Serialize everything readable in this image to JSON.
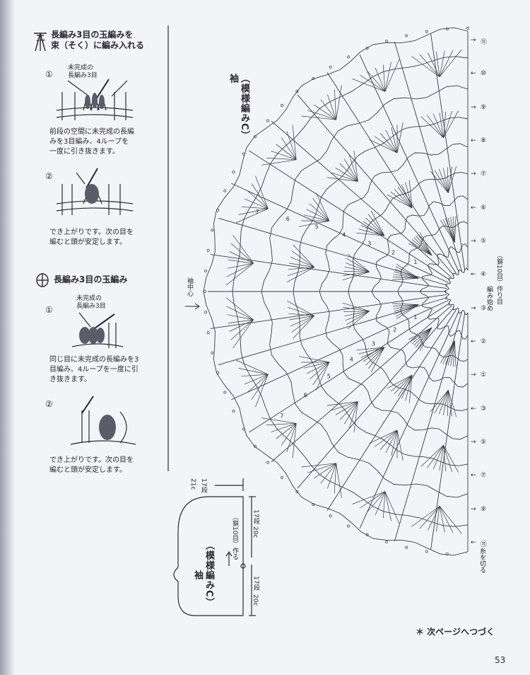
{
  "left_column": {
    "section1": {
      "title_line1": "長編み3目の玉編みを",
      "title_line2": "束（そく）に編み入れる",
      "step1": {
        "num": "①",
        "callout_line1": "未完成の",
        "callout_line2": "長編み3目",
        "text_lines": [
          "前段の空間に未完成の長編",
          "みを3目編み、4ループを",
          "一度に引き抜きます。"
        ]
      },
      "step2": {
        "num": "②",
        "text_lines": [
          "でき上がりです。次の目を",
          "編むと頭が安定します。"
        ]
      }
    },
    "section2": {
      "title": "長編み3目の玉編み",
      "step1": {
        "num": "①",
        "callout_line1": "未完成の",
        "callout_line2": "長編み3目",
        "text_lines": [
          "同じ目に未完成の長編みを3",
          "目編み、4ループを一度に引",
          "き抜きます。"
        ]
      },
      "step2": {
        "num": "②",
        "text_lines": [
          "でき上がりです。次の目を",
          "編むと頭が安定します。"
        ]
      }
    }
  },
  "chart": {
    "title": "袖",
    "subtitle": "（模様編みC）",
    "sleeve_center_label": "袖中心",
    "start_label_line1": "編み始め",
    "start_label_line2": "（鎖10目）作り目",
    "cut_yarn_label": "糸を切る",
    "row_numbers": [
      "⑪",
      "⑩",
      "⑨",
      "⑧",
      "⑦",
      "⑥",
      "⑤",
      "④",
      "③",
      "②",
      "①",
      "③",
      "⑤",
      "⑦",
      "⑨",
      "⑪"
    ],
    "inner_numbers": [
      "1",
      "2",
      "3",
      "4",
      "5",
      "6",
      "7"
    ]
  },
  "schematic": {
    "title": "袖",
    "subtitle": "（模様編みC）",
    "top_dim": "21c",
    "top_dim_rows": "17段",
    "upper_height": "20c",
    "upper_height_rows": "17段",
    "lower_height": "20c",
    "lower_height_rows": "17段",
    "chain_label": "（鎖10目）作る"
  },
  "footer": {
    "continue": "＊ 次ページへつづく",
    "page_number": "53"
  },
  "colors": {
    "ink": "#2a2a30",
    "paper": "#f3f4f8",
    "grid_line": "#6a6d78"
  }
}
